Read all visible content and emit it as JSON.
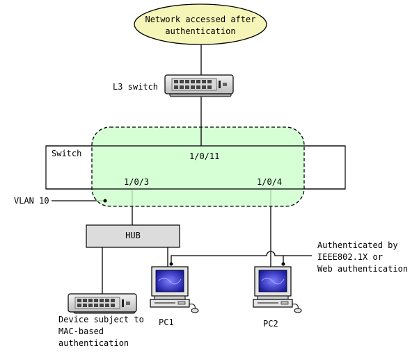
{
  "network_label": [
    "Network accessed after",
    "authentication"
  ],
  "l3_switch_label": "L3 switch",
  "switch_label": "Switch",
  "port_uplink": "1/0/11",
  "port_hub": "1/0/3",
  "port_pc2": "1/0/4",
  "vlan_label": "VLAN 10",
  "hub_label": "HUB",
  "auth_label": [
    "Authenticated by",
    "IEEE802.1X or",
    "Web authentication"
  ],
  "device_label": [
    "Device subject to",
    "MAC-based",
    "authentication"
  ],
  "pc1_label": "PC1",
  "pc2_label": "PC2",
  "colors": {
    "network_fill": "#f5f5b8",
    "vlan_fill": "#ccffcc",
    "hub_fill": "#dcdcdc",
    "screen": "#2a2ab0"
  }
}
